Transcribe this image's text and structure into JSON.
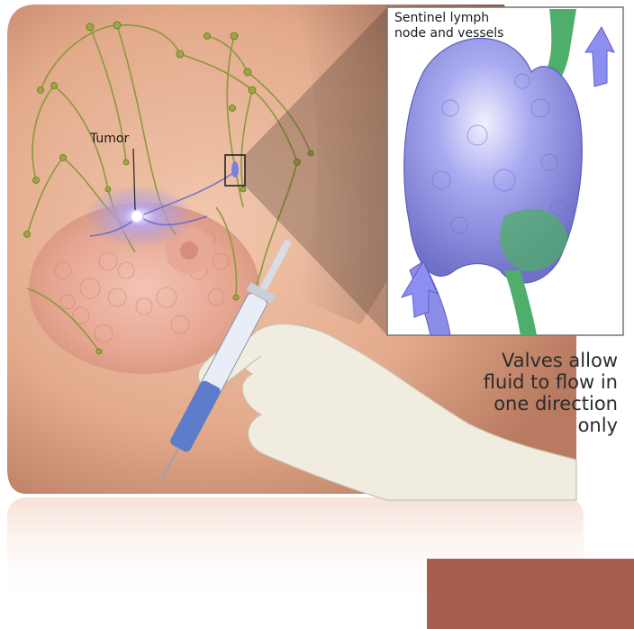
{
  "labels": {
    "tumor": "Tumor",
    "inset_title": "Sentinel lymph\nnode and vessels",
    "caption": "Valves allow\nfluid to flow in\none direction\nonly"
  },
  "colors": {
    "skin": "#e8b59a",
    "skin_shadow": "#c98c70",
    "lymph_vessel": "#8a9a3a",
    "lymph_node": "#8c8ee6",
    "dye_green": "#4fae6a",
    "inset_border": "#777777",
    "glove": "#f1ece0",
    "syringe_blue": "#4e6fc4",
    "arrow_blue": "#8c8ef0"
  },
  "icons": {
    "flow_arrows": "arrow-up-icon"
  }
}
